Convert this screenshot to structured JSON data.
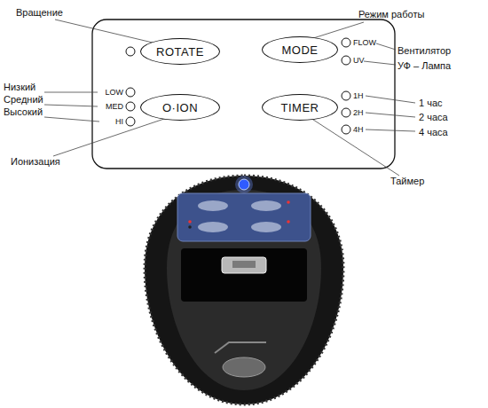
{
  "diagram": {
    "nodes": [
      {
        "text": [
          "ROTATE"
        ]
      },
      {
        "text": [
          "MODE"
        ]
      },
      {
        "text": [
          "O·ION"
        ]
      },
      {
        "text": [
          "TIMER"
        ]
      }
    ],
    "labels": [
      "Вращение",
      "Режим работы",
      "FLOW",
      "Вентилятор",
      "UV",
      "УФ – Лампа",
      "Низкий",
      "Средний",
      "Высокий",
      "LOW",
      "MED",
      "HI",
      "1H",
      "2H",
      "4H",
      "1 час",
      "2 часа",
      "4 часа",
      "Ионизация",
      "Таймер"
    ]
  }
}
